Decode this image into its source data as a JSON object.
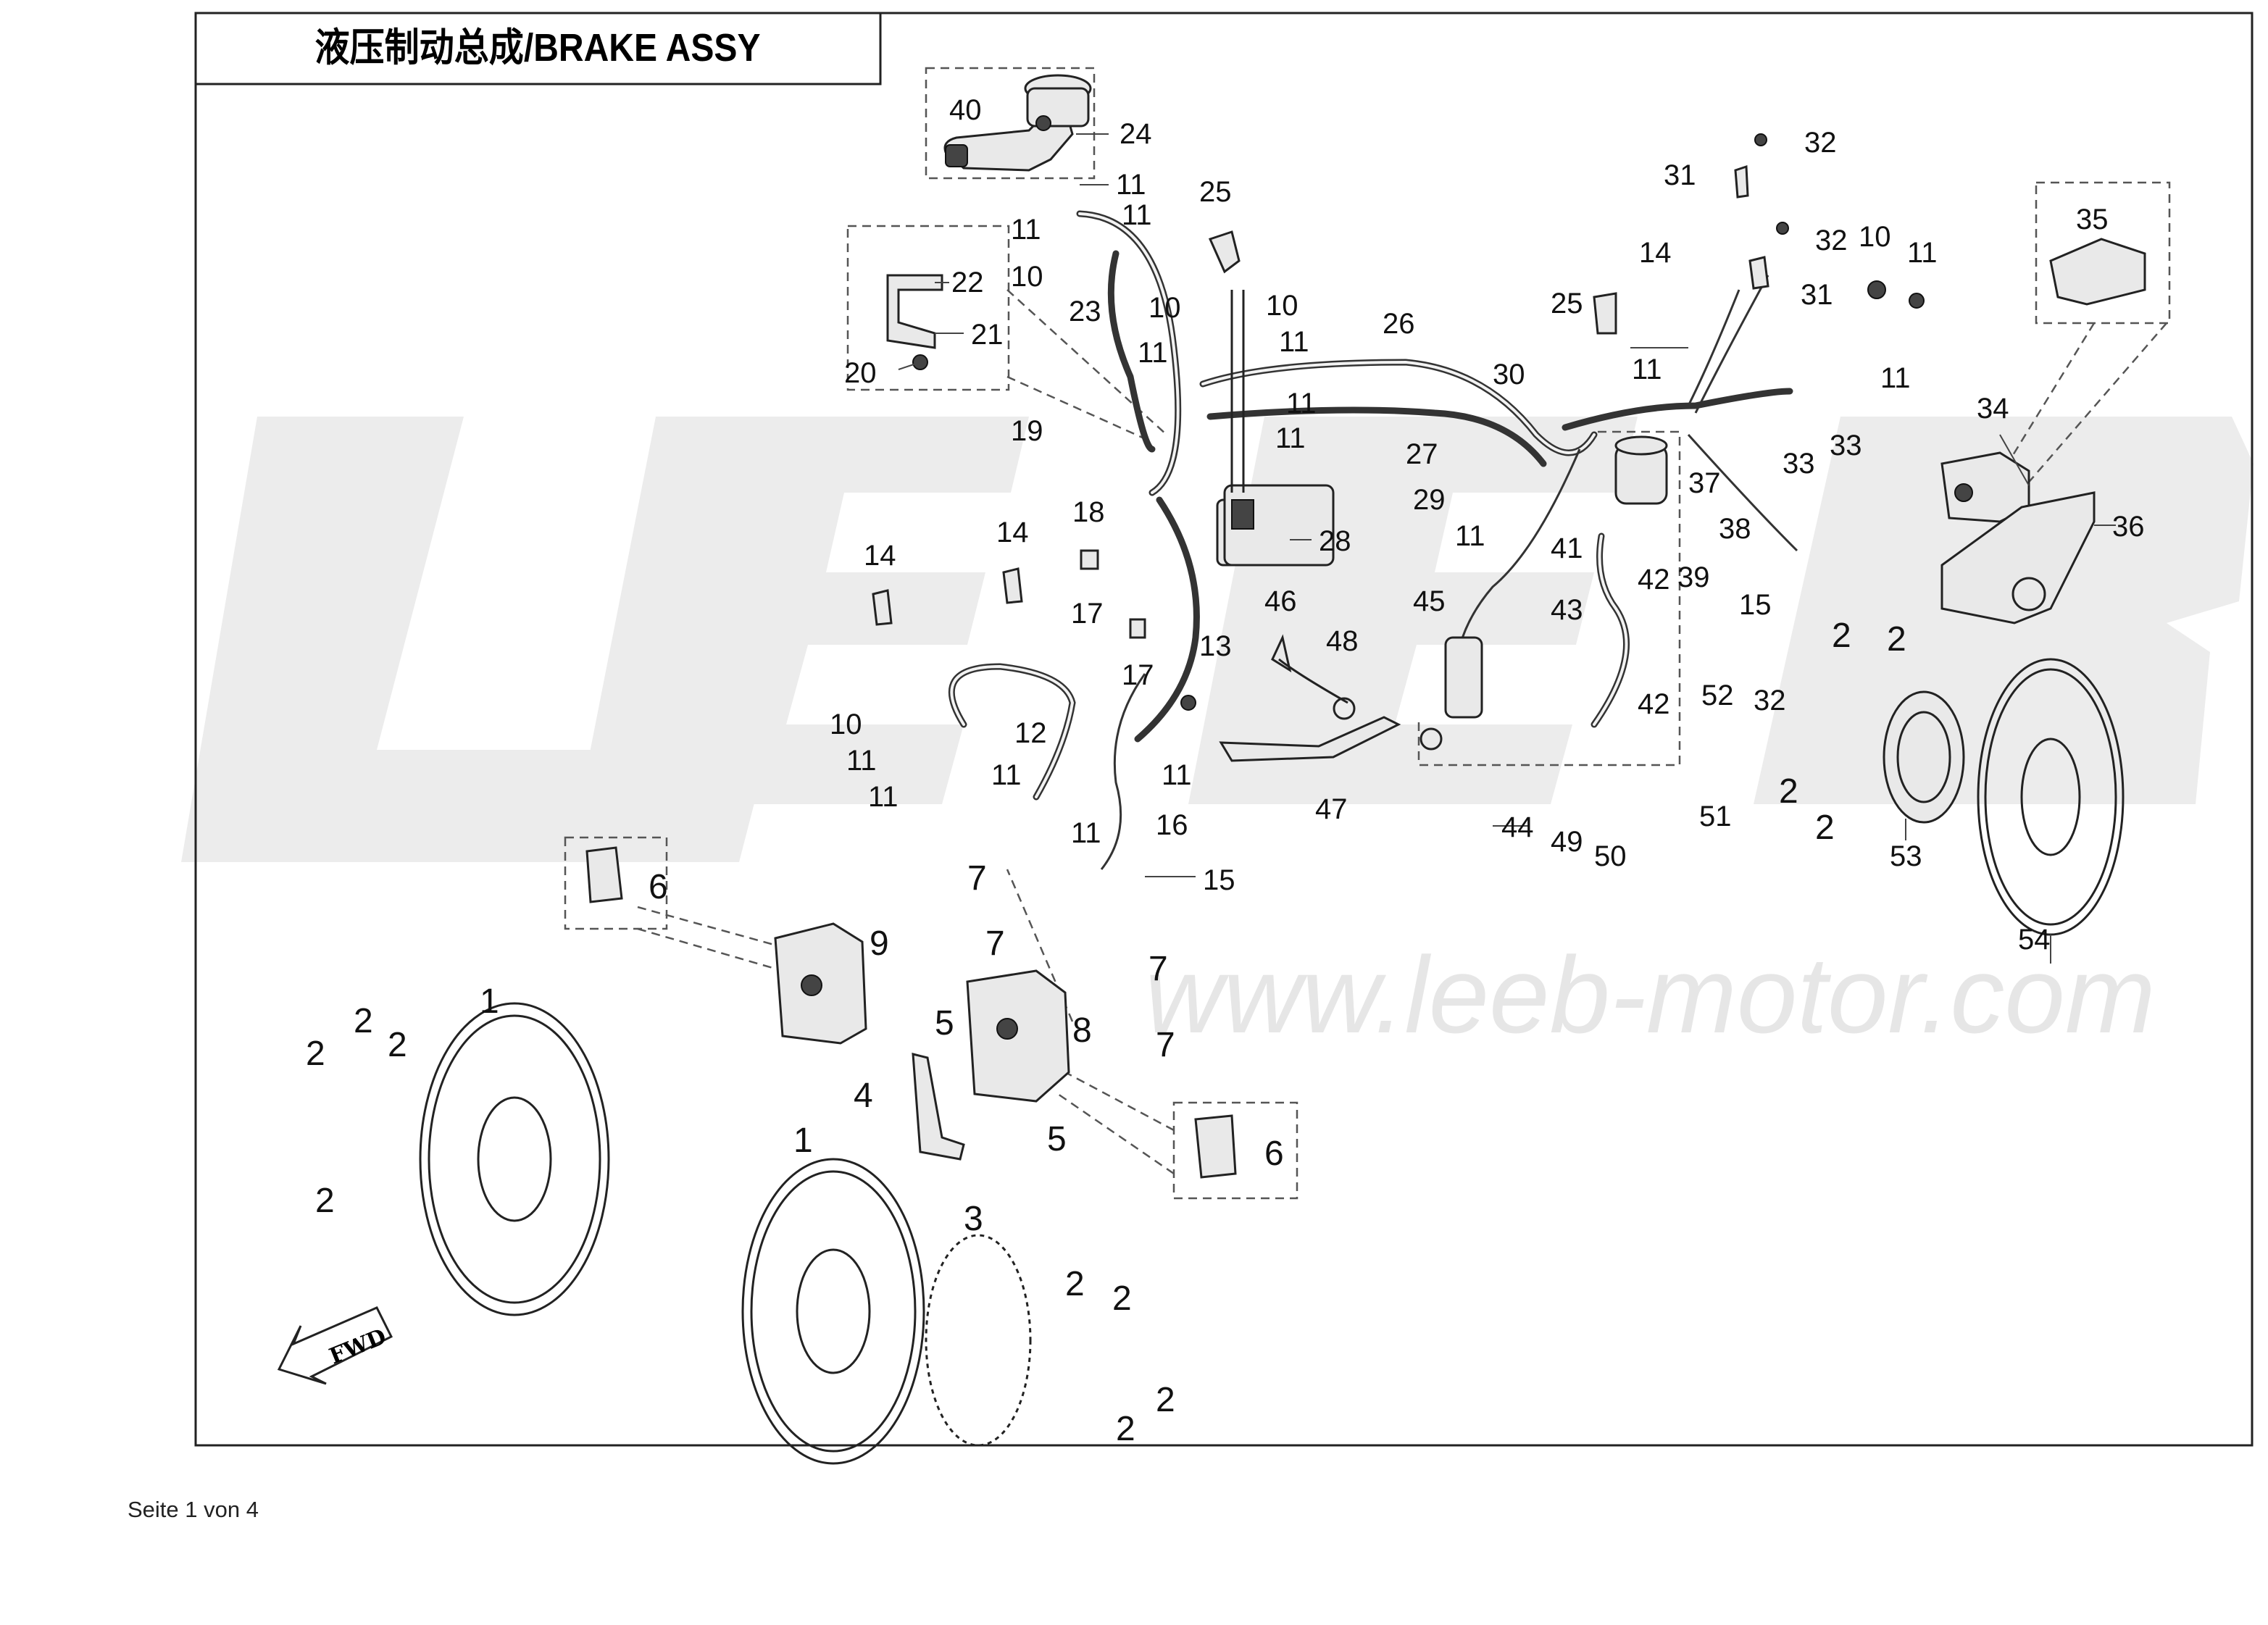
{
  "title": "液压制动总成/BRAKE ASSY",
  "watermark_url": "www.leeb-motor.com",
  "footer": "Seite 1 von 4",
  "fwd_label": "FWD",
  "callouts": {
    "c1a": "1",
    "c1b": "1",
    "c2a": "2",
    "c2b": "2",
    "c2c": "2",
    "c2d": "2",
    "c2e": "2",
    "c2f": "2",
    "c2g": "2",
    "c2h": "2",
    "c2i": "2",
    "c2j": "2",
    "c2k": "2",
    "c2l": "2",
    "c3": "3",
    "c4": "4",
    "c5a": "5",
    "c5b": "5",
    "c6a": "6",
    "c6b": "6",
    "c7a": "7",
    "c7b": "7",
    "c7c": "7",
    "c7d": "7",
    "c8": "8",
    "c9": "9",
    "c10a": "10",
    "c10b": "10",
    "c10c": "10",
    "c10d": "10",
    "c10e": "10",
    "c11a": "11",
    "c11b": "11",
    "c11c": "11",
    "c11d": "11",
    "c11e": "11",
    "c11f": "11",
    "c11g": "11",
    "c11h": "11",
    "c11i": "11",
    "c11j": "11",
    "c11k": "11",
    "c11l": "11",
    "c11m": "11",
    "c11n": "11",
    "c11o": "11",
    "c11p": "11",
    "c12": "12",
    "c13": "13",
    "c14a": "14",
    "c14b": "14",
    "c14c": "14",
    "c15a": "15",
    "c15b": "15",
    "c16": "16",
    "c17a": "17",
    "c17b": "17",
    "c18": "18",
    "c19": "19",
    "c20": "20",
    "c21": "21",
    "c22": "22",
    "c23": "23",
    "c24": "24",
    "c25a": "25",
    "c25b": "25",
    "c26": "26",
    "c27": "27",
    "c28": "28",
    "c29": "29",
    "c30": "30",
    "c31a": "31",
    "c31b": "31",
    "c32a": "32",
    "c32b": "32",
    "c32c": "32",
    "c33a": "33",
    "c33b": "33",
    "c34": "34",
    "c35": "35",
    "c36": "36",
    "c37": "37",
    "c38": "38",
    "c39": "39",
    "c40": "40",
    "c41": "41",
    "c42a": "42",
    "c42b": "42",
    "c43": "43",
    "c44": "44",
    "c45": "45",
    "c46": "46",
    "c47": "47",
    "c48": "48",
    "c49": "49",
    "c50": "50",
    "c51": "51",
    "c52": "52",
    "c53": "53",
    "c54": "54"
  }
}
